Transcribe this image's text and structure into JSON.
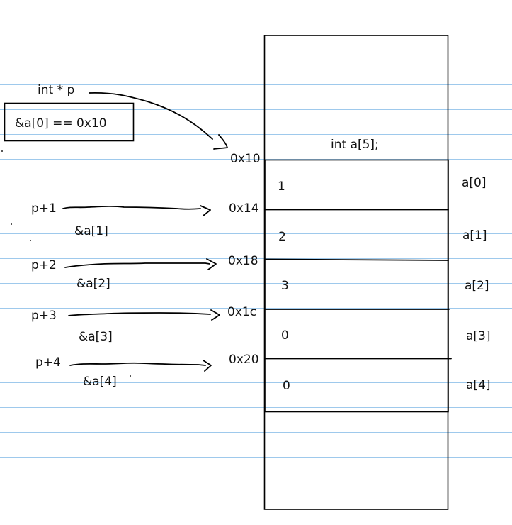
{
  "colors": {
    "rule_line": "#9ec9ec",
    "ink": "#000000",
    "background": "#ffffff"
  },
  "pointer": {
    "name": "int * p",
    "init_note": "&a[0] == 0x10"
  },
  "array": {
    "declaration": "int a[5];",
    "cells": [
      {
        "address": "0x10",
        "value": "1",
        "name": "a[0]"
      },
      {
        "address": "0x14",
        "value": "2",
        "name": "a[1]"
      },
      {
        "address": "0x18",
        "value": "3",
        "name": "a[2]"
      },
      {
        "address": "0x1c",
        "value": "0",
        "name": "a[3]"
      },
      {
        "address": "0x20",
        "value": "0",
        "name": "a[4]"
      }
    ]
  },
  "offsets": [
    {
      "expr": "p+1",
      "equals": "&a[1]"
    },
    {
      "expr": "p+2",
      "equals": "&a[2]"
    },
    {
      "expr": "p+3",
      "equals": "&a[3]"
    },
    {
      "expr": "p+4",
      "equals": "&a[4]"
    }
  ]
}
